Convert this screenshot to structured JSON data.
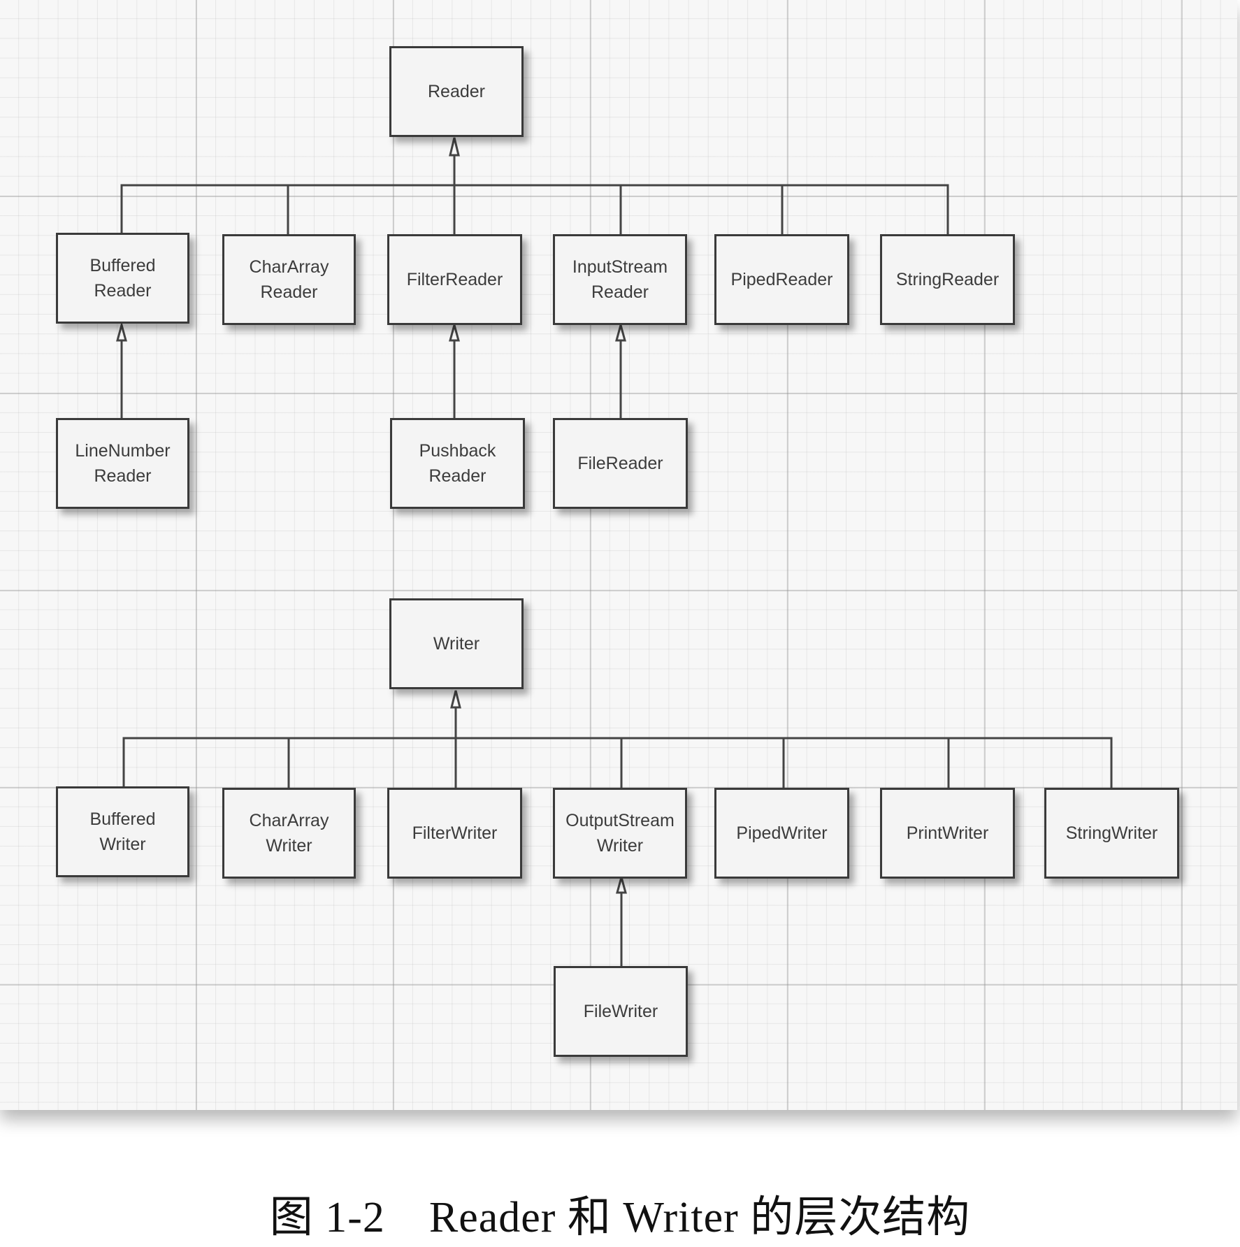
{
  "nodes": {
    "reader": "Reader",
    "buffered_reader": "Buffered\nReader",
    "char_array_reader": "CharArray\nReader",
    "filter_reader": "FilterReader",
    "input_stream_reader": "InputStream\nReader",
    "piped_reader": "PipedReader",
    "string_reader": "StringReader",
    "line_number_reader": "LineNumber\nReader",
    "pushback_reader": "Pushback\nReader",
    "file_reader": "FileReader",
    "writer": "Writer",
    "buffered_writer": "Buffered\nWriter",
    "char_array_writer": "CharArray\nWriter",
    "filter_writer": "FilterWriter",
    "output_stream_writer": "OutputStream\nWriter",
    "piped_writer": "PipedWriter",
    "print_writer": "PrintWriter",
    "string_writer": "StringWriter",
    "file_writer": "FileWriter"
  },
  "edges": [
    {
      "from": "buffered_reader",
      "to": "reader"
    },
    {
      "from": "char_array_reader",
      "to": "reader"
    },
    {
      "from": "filter_reader",
      "to": "reader"
    },
    {
      "from": "input_stream_reader",
      "to": "reader"
    },
    {
      "from": "piped_reader",
      "to": "reader"
    },
    {
      "from": "string_reader",
      "to": "reader"
    },
    {
      "from": "line_number_reader",
      "to": "buffered_reader"
    },
    {
      "from": "pushback_reader",
      "to": "filter_reader"
    },
    {
      "from": "file_reader",
      "to": "input_stream_reader"
    },
    {
      "from": "buffered_writer",
      "to": "writer"
    },
    {
      "from": "char_array_writer",
      "to": "writer"
    },
    {
      "from": "filter_writer",
      "to": "writer"
    },
    {
      "from": "output_stream_writer",
      "to": "writer"
    },
    {
      "from": "piped_writer",
      "to": "writer"
    },
    {
      "from": "print_writer",
      "to": "writer"
    },
    {
      "from": "string_writer",
      "to": "writer"
    },
    {
      "from": "file_writer",
      "to": "output_stream_writer"
    }
  ],
  "caption": "图 1-2　Reader 和 Writer 的层次结构"
}
